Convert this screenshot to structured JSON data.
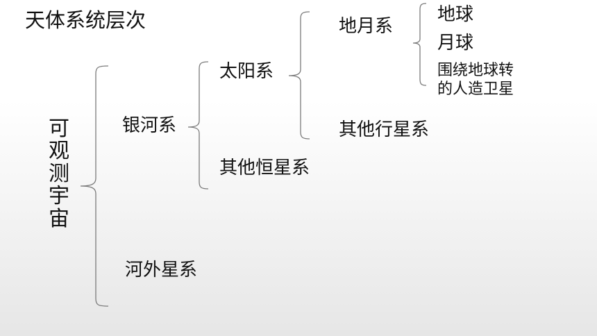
{
  "title": "天体系统层次",
  "root": "可观测宇宙",
  "level1": {
    "milky_way": "银河系",
    "extragalactic": "河外星系"
  },
  "level2": {
    "solar_system": "太阳系",
    "other_star_systems": "其他恒星系"
  },
  "level3": {
    "earth_moon_system": "地月系",
    "other_planet_systems": "其他行星系"
  },
  "level4": {
    "earth": "地球",
    "moon": "月球",
    "satellites_line1": "围绕地球转",
    "satellites_line2": "的人造卫星"
  }
}
